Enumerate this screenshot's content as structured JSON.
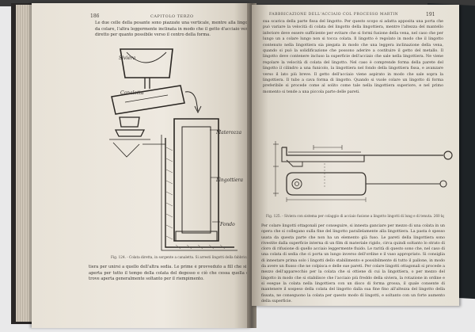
{
  "left_page": {
    "page_number": "186",
    "running_head": "CAPITOLO TERZO",
    "top_text": "Le due celle della pesante sono piazzate una verticale, mentre alla lingotta da colare, l'altra leggermente inclinata in modo che il getto d'acciaio venga diretto per quanto possibile verso il centro della forma.",
    "figure_labels": {
      "siviera": "Siviera",
      "canaletta": "Canaletta",
      "materozza": "Materozza",
      "lingottiera": "Lingottiera",
      "fondo": "Fondo"
    },
    "figure_caption": "Fig. 124. - Colata diretta, in sorgente a canaletta. Si arresti lingotti della fabbrica dell'Acquiero.",
    "bottom_text": "tiera per unirsi a quello dell'altra sedia. Le prime è provveduto a fill che si trova aperta per tutto il tempo della colata del degesso e ciò che cessa quella che si trove aperta generalmente soltanto per il riempimento."
  },
  "right_page": {
    "page_number": "191",
    "running_head": "FABBRICAZIONE DELL'ACCIAIO COL PROCESSO MARTIN",
    "top_text": "sua scarica della parte fissa del lingotto. Per questo scopo si adatta apposita una porta che può variare la velocità di colata del lingotto della lingottiera, mentre l'altezza del mantello inferiore deve essere sufficiente per evitare che si formi fusione della vena, nel caso che per lungo un a colare lungo non si tocca colata. Il lingotto è regolato in modo che il lingotto contenuto nella lingottiera sia piegata in modo che una leggera inclinazione della vena, quando si può la solidificazione che possono aderire a costituire il getto del metallo. Il lingotto deve contenere incluso la superficie dell'acciaio che sale nella lingottiera. Ne viene regolare la velocità di colata del lingotto. Nel caso è comprende forma della parete del lingotto il cilindro a una funicolo, la lingottiera nel fondo della lingottiera fissa, e avanzare verso il lato più breve. Il getto dell'acciaio viene aspirato in modo che sale sopra la lingottiera. Il tubo a cava forma di lingotto. Quando si vuole colare un lingotto di forma preferibile si procede come al solito come tale nella lingottiera superiore, e nel primo momento si tende a una piccola parte delle pareti.",
    "figure_caption": "Fig. 125. - Siviera con sistema per colaggio di acciaio fusione a lingotto lingotti di lung e di tenuta. 260 kg.",
    "bottom_text": "Per colare lingotti ottagonali per conseguire, si innesta ganciare per mezzo di una colata in un opera che si collegano sulla fine del lingotto parallelamente alla lingottiera. La pasta è spesso usata da questa parte che non ha un elemento già fuso. Le pareti della lingottiera sono rivestite dalla superficie interna di un film di materiale rigido, circa quindi soltanto lo strato di cloro di rifusione di quello acciaio leggermente fluido. Le rarità di questo sono che, nel caso di una colata di sedia che ci porta un lungo inverso dell'ordine e il vaso appropriato. Si consiglia di innestare prima solo i lingotti dello stabilimento e possibilmente di tutto il pallone, in modo da avere un flusso che ne colpisca e delle sue pareti. Per colare lingotti ottagonali si procede a mezzo dell'apparecchio per la colata che si ottiene di cui la lingottiera, o per mezzo del lingotto in modo che si stabilisce che l'acciaio più freddo della siviera, la rotazione in ordine e si esegue la colata nella lingottiera con un disco di forma grossa, il quale consente di mantenere il sospeso della colata del lingotto dalla sua fine fino all'altezza del lingotto della fissata, ne conseguono la colata per questo modo di lingotti, e soltanto con un forte aumento della superficie."
  },
  "colors": {
    "paper": "#ece7dd",
    "ink": "#3a3632",
    "cover": "#1e2326",
    "background": "#e9e9ea"
  }
}
